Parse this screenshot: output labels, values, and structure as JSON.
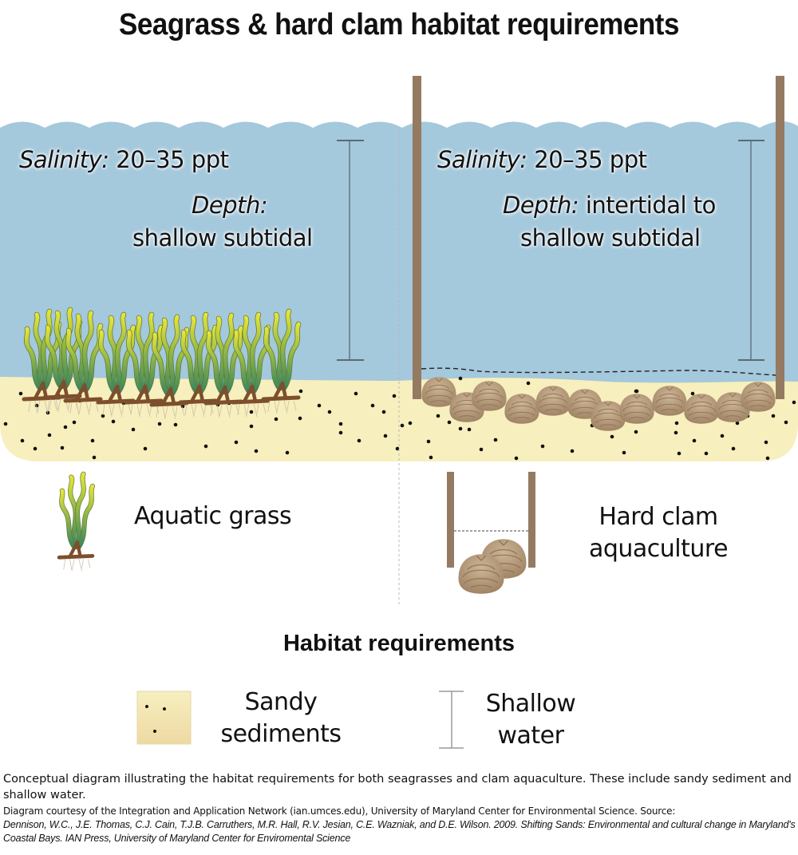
{
  "title": "Seagrass & hard clam habitat requirements",
  "panels": {
    "left": {
      "salinity_label": "Salinity:",
      "salinity_value": "20–35 ppt",
      "depth_label": "Depth:",
      "depth_value": "shallow subtidal"
    },
    "right": {
      "salinity_label": "Salinity:",
      "salinity_value": "20–35 ppt",
      "depth_label": "Depth:",
      "depth_value_line1": "intertidal to",
      "depth_value_line2": "shallow subtidal"
    }
  },
  "legend_top": {
    "aquatic_grass": "Aquatic grass",
    "hard_clam_line1": "Hard clam",
    "hard_clam_line2": "aquaculture"
  },
  "habitat": {
    "heading": "Habitat requirements",
    "sandy_line1": "Sandy",
    "sandy_line2": "sediments",
    "shallow_line1": "Shallow",
    "shallow_line2": "water"
  },
  "caption": {
    "text": "Conceptual diagram illustrating the habitat requirements for both seagrasses and clam aquaculture. These include sandy sediment and shallow water.",
    "credit": "Diagram courtesy of the Integration and Application Network (ian.umces.edu), University of Maryland Center for Environmental Science. Source:",
    "citation": "Dennison, W.C., J.E. Thomas, C.J. Cain, T.J.B. Carruthers,  M.R. Hall, R.V. Jesian, C.E. Wazniak, and D.E. Wilson. 2009. Shifting Sands: Environmental and cultural change in Maryland's Coastal Bays. IAN Press, University of Maryland Center for Enviromental Science"
  },
  "colors": {
    "water": "#a4c8dc",
    "sand": "#f7efbd",
    "post": "#957a62",
    "clam": "#b89d7c",
    "grass_top": "#e3e23a",
    "grass_bottom": "#3f8a5c",
    "rhizome": "#8a5a32"
  }
}
